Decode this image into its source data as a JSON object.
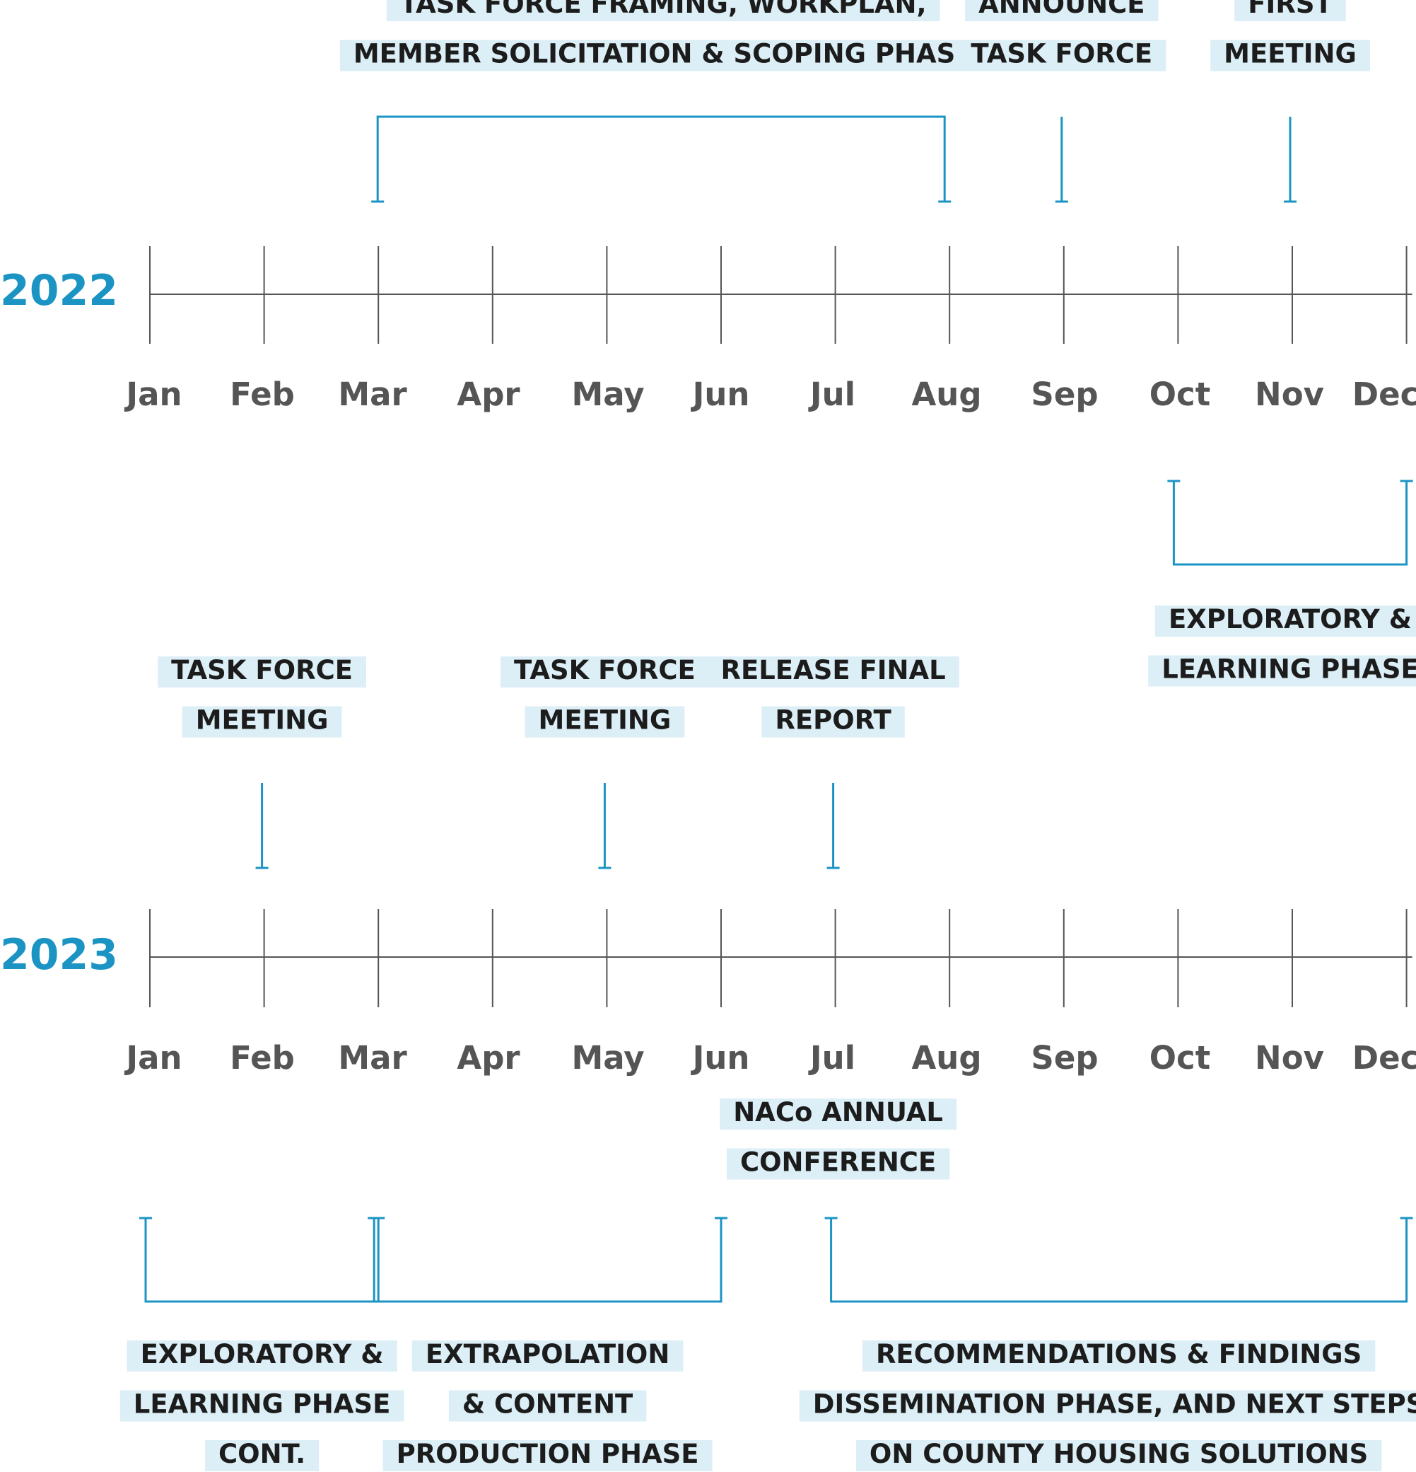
{
  "months": [
    "Jan",
    "Feb",
    "Mar",
    "Apr",
    "May",
    "Jun",
    "Jul",
    "Aug",
    "Sep",
    "Oct",
    "Nov",
    "Dec"
  ],
  "colors": {
    "accent": "#1b94c4",
    "axis": "#555555",
    "highlight": "#dceef6",
    "label_text": "#1c1c1c"
  },
  "timelines": [
    {
      "year": "2022",
      "above": [
        {
          "kind": "bracket",
          "start": "Mar",
          "end": "Aug",
          "lines": [
            "TASK FORCE FRAMING, WORKPLAN,",
            "MEMBER SOLICITATION & SCOPING PHASE"
          ]
        },
        {
          "kind": "marker",
          "at": "Sep",
          "lines": [
            "ANNOUNCE",
            "TASK FORCE"
          ]
        },
        {
          "kind": "marker",
          "at": "Nov",
          "lines": [
            "FIRST",
            "MEETING"
          ]
        }
      ],
      "below": [
        {
          "kind": "bracket",
          "start": "Oct",
          "end": "Dec",
          "lines": [
            "EXPLORATORY &",
            "LEARNING PHASE"
          ]
        }
      ]
    },
    {
      "year": "2023",
      "above": [
        {
          "kind": "marker",
          "at": "Feb",
          "lines": [
            "TASK FORCE",
            "MEETING"
          ]
        },
        {
          "kind": "marker",
          "at": "May",
          "lines": [
            "TASK FORCE",
            "MEETING"
          ]
        },
        {
          "kind": "marker",
          "at": "Jul",
          "lines": [
            "RELEASE FINAL",
            "REPORT"
          ]
        }
      ],
      "below": [
        {
          "kind": "bracket",
          "start": "Jan",
          "end": "Mar",
          "lines": [
            "EXPLORATORY &",
            "LEARNING PHASE",
            "CONT."
          ]
        },
        {
          "kind": "bracket",
          "start": "Mar",
          "end": "Jun",
          "lines": [
            "EXTRAPOLATION",
            "& CONTENT",
            "PRODUCTION PHASE"
          ]
        },
        {
          "kind": "bracket",
          "start": "Jul",
          "end": "Dec",
          "lines": [
            "RECOMMENDATIONS & FINDINGS",
            "DISSEMINATION PHASE, AND NEXT STEPS",
            "ON COUNTY HOUSING SOLUTIONS"
          ]
        },
        {
          "kind": "label",
          "at": "Jul",
          "lines": [
            "NACo ANNUAL",
            "CONFERENCE"
          ]
        }
      ]
    }
  ]
}
